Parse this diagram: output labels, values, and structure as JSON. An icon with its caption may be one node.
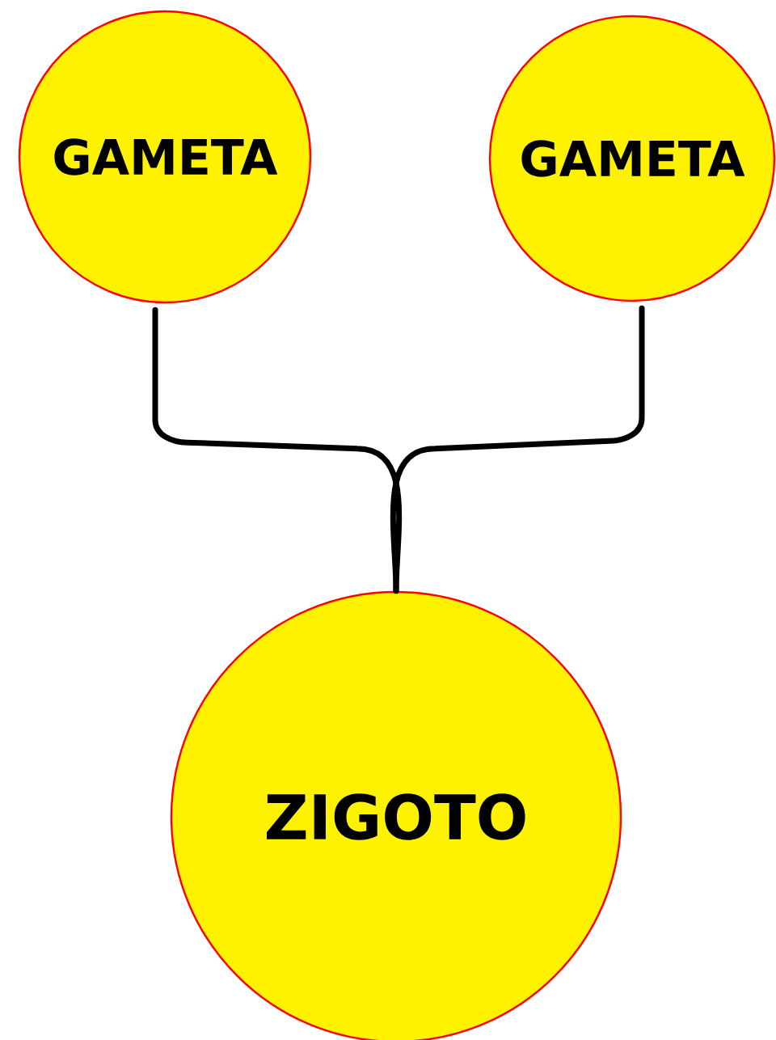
{
  "diagram": {
    "nodes": [
      {
        "text": [
          "GAMETA"
        ]
      },
      {
        "text": [
          "GAMETA"
        ]
      },
      {
        "text": [
          "ZIGOTO"
        ]
      }
    ],
    "edges": [
      {
        "from": 0,
        "to": 2,
        "arrow": "none"
      },
      {
        "from": 1,
        "to": 2,
        "arrow": "none"
      }
    ]
  }
}
